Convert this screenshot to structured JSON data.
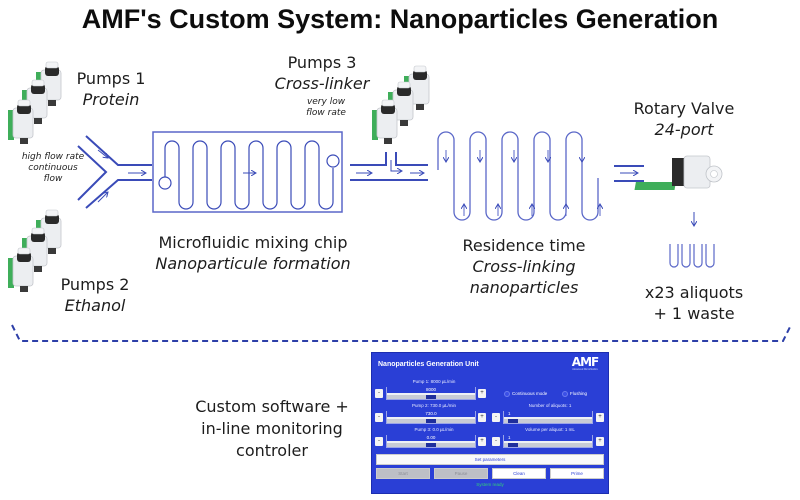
{
  "title": "AMF's Custom System: Nanoparticles Generation",
  "colors": {
    "channel": "#3a4bb8",
    "channel_light": "#5a67c8",
    "dashed_bracket": "#2d3fa8",
    "panel_bg": "#2a3fd6",
    "status_green": "#32d07a"
  },
  "pumps": [
    {
      "name": "Pumps 1",
      "fluid": "Protein",
      "icon": "syringe-pump-icon"
    },
    {
      "name": "Pumps 2",
      "fluid": "Ethanol",
      "icon": "syringe-pump-icon"
    },
    {
      "name": "Pumps 3",
      "fluid": "Cross-linker",
      "icon": "syringe-pump-icon",
      "note_lines": [
        "very low",
        "flow rate"
      ]
    }
  ],
  "inlet_note_lines": [
    "high flow rate",
    "continuous",
    "flow"
  ],
  "mixing_chip": {
    "name": "Microfluidic mixing chip",
    "subtitle": "Nanoparticule formation"
  },
  "residence": {
    "name": "Residence time",
    "subtitle_lines": [
      "Cross-linking",
      "nanoparticles"
    ]
  },
  "rotary_valve": {
    "name": "Rotary Valve",
    "subtitle": "24-port",
    "icon": "rotary-valve-icon"
  },
  "aliquots": {
    "line1": "x23 aliquots",
    "line2": "+ 1 waste",
    "icon": "test-tubes-icon"
  },
  "software_caption_lines": [
    "Custom software +",
    "in-line monitoring",
    "controler"
  ],
  "software": {
    "window_title": "Nanoparticles Generation Unit",
    "logo_text": "AMF",
    "logo_subtext": "Advanced Microfluidics",
    "pump1": {
      "label": "Pump 1: 8000 µL/min",
      "value": "8000",
      "slider_fraction": 0.5
    },
    "pump2": {
      "label": "Pump 2: 730.0 µL/min",
      "value": "730.0",
      "slider_fraction": 0.5
    },
    "pump3": {
      "label": "Pump 3: 0.0 µL/min",
      "value": "0.00",
      "slider_fraction": 0.5
    },
    "mode_options": [
      "Continuous mode",
      "Flushing"
    ],
    "aliquots": {
      "label": "Number of aliquots: 1",
      "value": "1",
      "slider_fraction": 0.05
    },
    "volume": {
      "label": "Volume per aliquot: 1 mL",
      "value": "1",
      "slider_fraction": 0.05
    },
    "minus": "-",
    "plus": "+",
    "set_parameters": "Set parameters",
    "actions": [
      "Start",
      "Pause",
      "Clean",
      "Prime"
    ],
    "status": "System ready"
  }
}
